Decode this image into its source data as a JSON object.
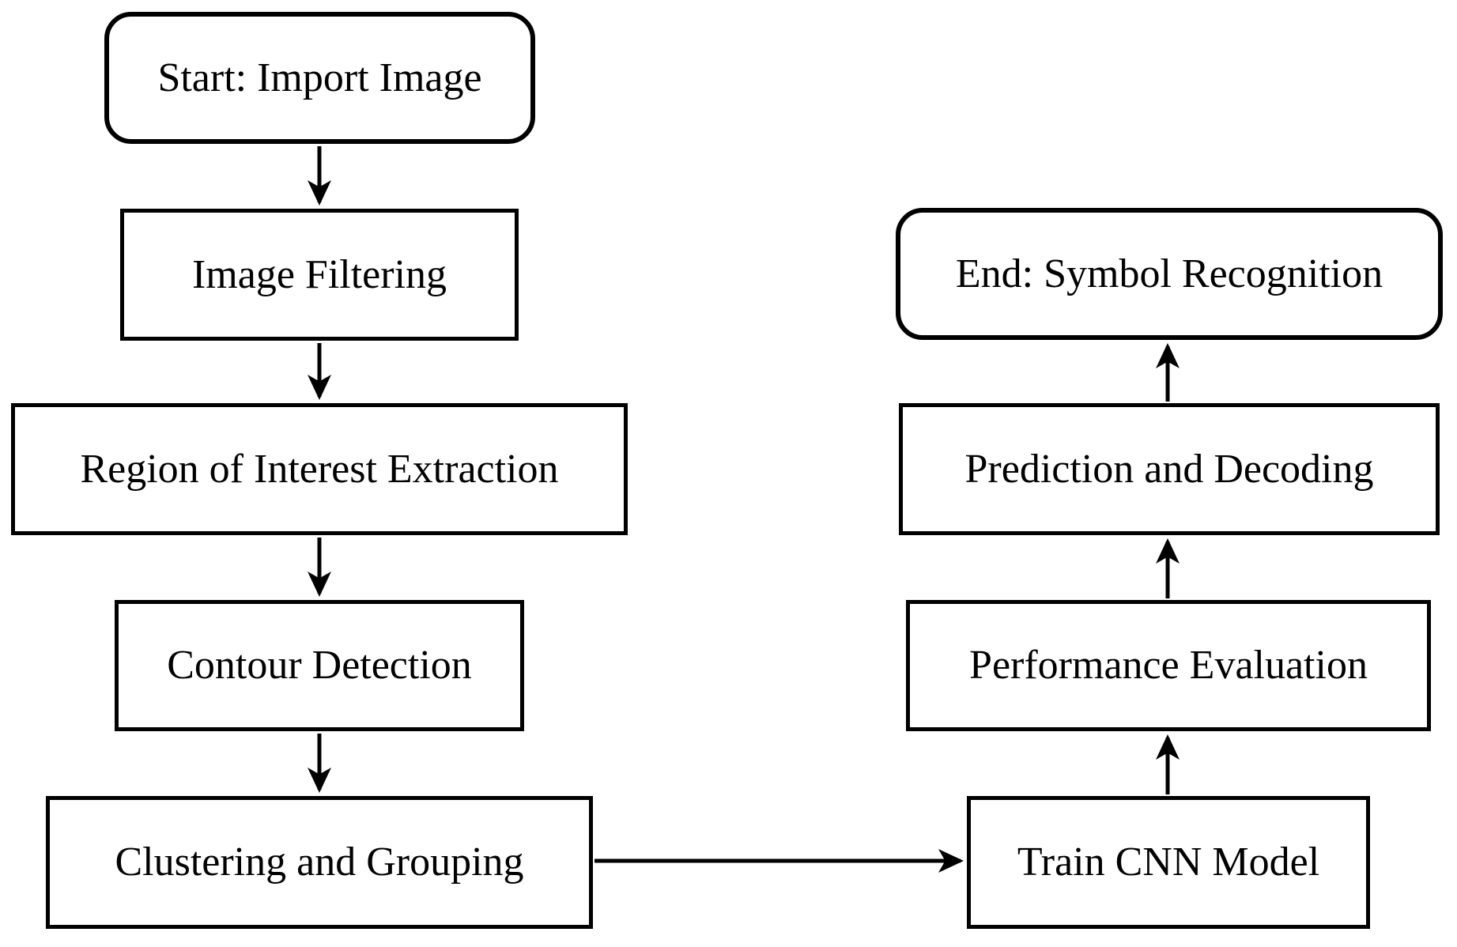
{
  "diagram": {
    "type": "flowchart",
    "background_color": "#ffffff",
    "stroke_color": "#000000",
    "text_color": "#000000",
    "nodes": [
      {
        "id": "start",
        "label": "Start: Import Image",
        "shape": "terminator"
      },
      {
        "id": "image_filtering",
        "label": "Image Filtering",
        "shape": "process"
      },
      {
        "id": "roi_extraction",
        "label": "Region of Interest Extraction",
        "shape": "process"
      },
      {
        "id": "contour_detection",
        "label": "Contour Detection",
        "shape": "process"
      },
      {
        "id": "clustering_grouping",
        "label": "Clustering and Grouping",
        "shape": "process"
      },
      {
        "id": "train_cnn",
        "label": "Train CNN Model",
        "shape": "process"
      },
      {
        "id": "performance_evaluation",
        "label": "Performance Evaluation",
        "shape": "process"
      },
      {
        "id": "prediction_decoding",
        "label": "Prediction and Decoding",
        "shape": "process"
      },
      {
        "id": "end",
        "label": "End: Symbol Recognition",
        "shape": "terminator"
      }
    ],
    "edges": [
      {
        "from": "start",
        "to": "image_filtering",
        "direction": "down"
      },
      {
        "from": "image_filtering",
        "to": "roi_extraction",
        "direction": "down"
      },
      {
        "from": "roi_extraction",
        "to": "contour_detection",
        "direction": "down"
      },
      {
        "from": "contour_detection",
        "to": "clustering_grouping",
        "direction": "down"
      },
      {
        "from": "clustering_grouping",
        "to": "train_cnn",
        "direction": "right"
      },
      {
        "from": "train_cnn",
        "to": "performance_evaluation",
        "direction": "up"
      },
      {
        "from": "performance_evaluation",
        "to": "prediction_decoding",
        "direction": "up"
      },
      {
        "from": "prediction_decoding",
        "to": "end",
        "direction": "up"
      }
    ]
  }
}
